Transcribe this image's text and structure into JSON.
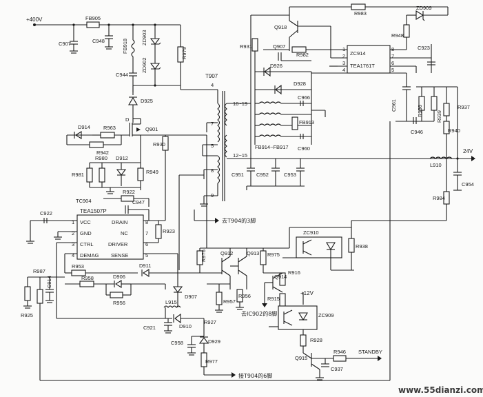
{
  "supply": {
    "vin": "+400V",
    "v12": "+12V",
    "vout": "24V"
  },
  "ic": {
    "tea1507": {
      "name": "TEA1507P",
      "pins_left": [
        "VCC",
        "GND",
        "CTRL",
        "DEMAG"
      ],
      "pins_right": [
        "DRAIN",
        "NC",
        "DRIVER",
        "SENSE"
      ],
      "pin_nums_left": [
        "1",
        "2",
        "3",
        "4"
      ],
      "pin_nums_right": [
        "8",
        "7",
        "6",
        "5"
      ]
    },
    "zc914": {
      "name": "ZC914",
      "sub": "TEA1761T",
      "pins_left": [
        "1",
        "2",
        "3",
        "4"
      ],
      "pins_right": [
        "8",
        "7",
        "6",
        "5"
      ]
    },
    "zc910": {
      "name": "ZC910"
    },
    "zc909": {
      "name": "ZC909"
    }
  },
  "transformer": {
    "name": "T907",
    "pins": [
      "4",
      "7",
      "5",
      "8",
      "9"
    ],
    "sec_a": "16~19",
    "sec_b": "12~15"
  },
  "labels": {
    "fb905": "FB905",
    "c907": "C907",
    "c948": "C948",
    "fb918": "FB918",
    "zd903": "ZD903",
    "zd902": "ZD902",
    "r979": "R979",
    "c944": "C944",
    "d925": "D925",
    "d914": "D914",
    "r963": "R963",
    "r942": "R942",
    "q901": "Q901",
    "r930": "R930",
    "r980": "R980",
    "d912": "D912",
    "r981": "R981",
    "r949": "R949",
    "tc904": "TC904",
    "r922": "R922",
    "c947": "C947",
    "c922": "C922",
    "r923": "R923",
    "r987": "R987",
    "c914": "C914",
    "r925": "R925",
    "r953": "R953",
    "d911": "D911",
    "r958": "R958",
    "d906": "D906",
    "r956a": "R956",
    "r976": "R976",
    "q912": "Q912",
    "q913": "Q913",
    "r975": "R975",
    "r916": "R916",
    "q914": "Q914",
    "r915": "R915",
    "r956b": "R956",
    "r957": "R957",
    "d907": "D907",
    "l915": "L915",
    "c921": "C921",
    "d910": "D910",
    "r927": "R927",
    "c958": "C958",
    "d929": "D929",
    "r977": "R977",
    "r983": "R983",
    "zd909": "ZD909",
    "q918": "Q918",
    "r948": "R948",
    "r931": "R931",
    "q907": "Q907",
    "r982": "R982",
    "c923": "C923",
    "d926": "D926",
    "d928": "D928",
    "c966": "C966",
    "fb913": "FB913",
    "fb914": "FB914~FB917",
    "c960": "C960",
    "c961": "C961",
    "r936": "R936",
    "r939": "R939",
    "r937": "R937",
    "c946": "C946",
    "r940": "R940",
    "l910": "L910",
    "c951": "C951",
    "c952": "C952",
    "c953": "C953",
    "c954": "C954",
    "r984": "R984",
    "r938": "R938",
    "r928": "R928",
    "q915": "Q915",
    "r946": "R946",
    "c937": "C937",
    "standby": "STANDBY"
  },
  "notes": {
    "to_t904_3": "去T904的3脚",
    "to_ic902_8": "去IC902的8脚",
    "to_t904_6": "接T904的6脚"
  },
  "watermark": "www.55dianzi.com",
  "icons": [
    "diode-icon",
    "zener-icon",
    "resistor-icon",
    "capacitor-icon",
    "npn-transistor-icon",
    "mosfet-icon",
    "inductor-icon",
    "ground-icon",
    "optocoupler-icon",
    "transformer-icon"
  ]
}
